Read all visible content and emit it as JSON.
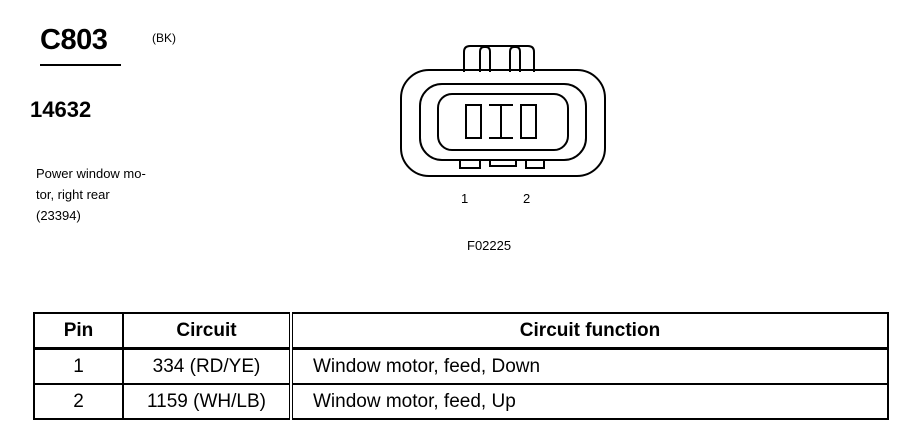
{
  "connector": {
    "id": "C803",
    "color": "(BK)",
    "part_number": "14632",
    "description_lines": [
      "Power window mo-",
      "tor, right rear",
      "(23394)"
    ]
  },
  "figure": {
    "id": "F02225",
    "pin_labels": [
      "1",
      "2"
    ]
  },
  "table": {
    "headers": [
      "Pin",
      "Circuit",
      "Circuit function"
    ],
    "rows": [
      {
        "pin": "1",
        "circuit": "334 (RD/YE)",
        "function": "Window motor, feed, Down"
      },
      {
        "pin": "2",
        "circuit": "1159 (WH/LB)",
        "function": "Window motor, feed, Up"
      }
    ]
  }
}
